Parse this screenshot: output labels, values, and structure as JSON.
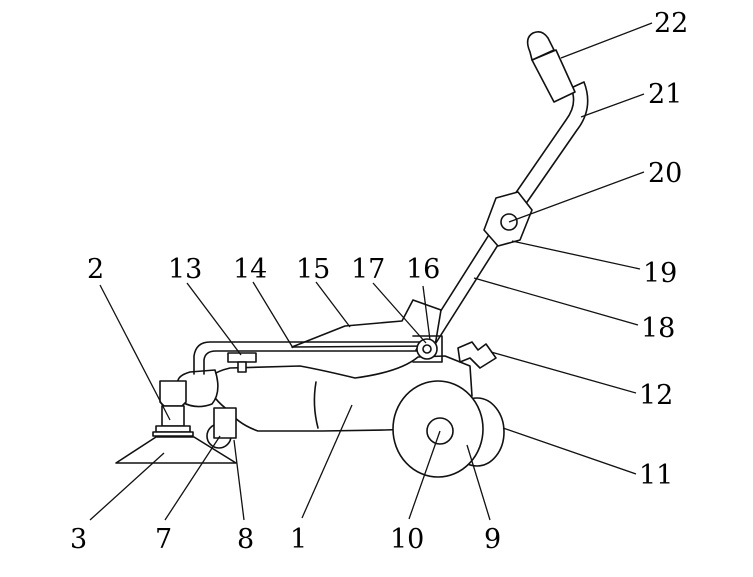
{
  "figure": {
    "labels": {
      "l1": "1",
      "l2": "2",
      "l3": "3",
      "l7": "7",
      "l8": "8",
      "l9": "9",
      "l10": "10",
      "l11": "11",
      "l12": "12",
      "l13": "13",
      "l14": "14",
      "l15": "15",
      "l16": "16",
      "l17": "17",
      "l18": "18",
      "l19": "19",
      "l20": "20",
      "l21": "21",
      "l22": "22"
    }
  }
}
